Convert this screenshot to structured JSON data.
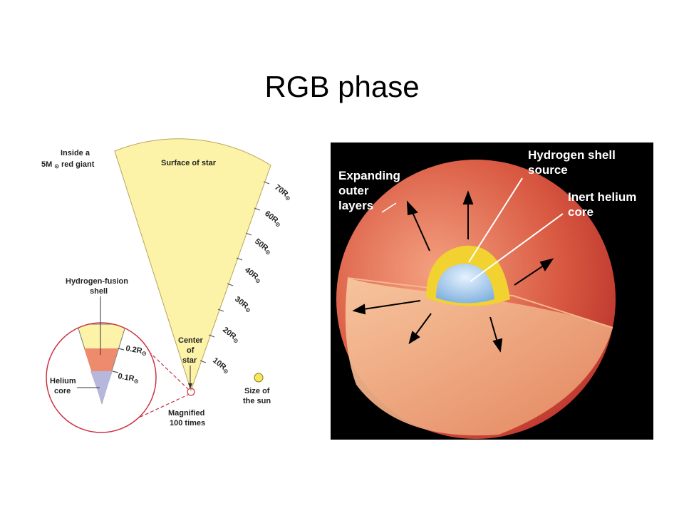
{
  "slide": {
    "title": "RGB phase"
  },
  "left_diagram": {
    "caption_line1": "Inside a",
    "caption_line2": "5M",
    "caption_line2b": "red giant",
    "surface": "Surface of star",
    "radius_marks": [
      "70R",
      "60R",
      "50R",
      "40R",
      "30R",
      "20R",
      "10R"
    ],
    "hydrogen_shell_line1": "Hydrogen-fusion",
    "hydrogen_shell_line2": "shell",
    "inset_marks": [
      "0.2R",
      "0.1R"
    ],
    "helium_core_line1": "Helium",
    "helium_core_line2": "core",
    "center_line1": "Center",
    "center_line2": "of",
    "center_line3": "star",
    "magnified_line1": "Magnified",
    "magnified_line2": "100 times",
    "sun_line1": "Size of",
    "sun_line2": "the sun",
    "solar_symbol": "⊙",
    "colors": {
      "envelope": "#fcf3a8",
      "shell": "#ee8b6c",
      "core": "#b7b7dd",
      "outline": "#cc3344"
    }
  },
  "right_diagram": {
    "hydrogen_shell_line1": "Hydrogen shell",
    "hydrogen_shell_line2": "source",
    "expanding_line1": "Expanding",
    "expanding_line2": "outer",
    "expanding_line3": "layers",
    "inert_line1": "Inert helium",
    "inert_line2": "core",
    "colors": {
      "background": "#000000",
      "star": "#d24b3a",
      "shell": "#f2d230",
      "core": "#9bc4e6"
    }
  }
}
